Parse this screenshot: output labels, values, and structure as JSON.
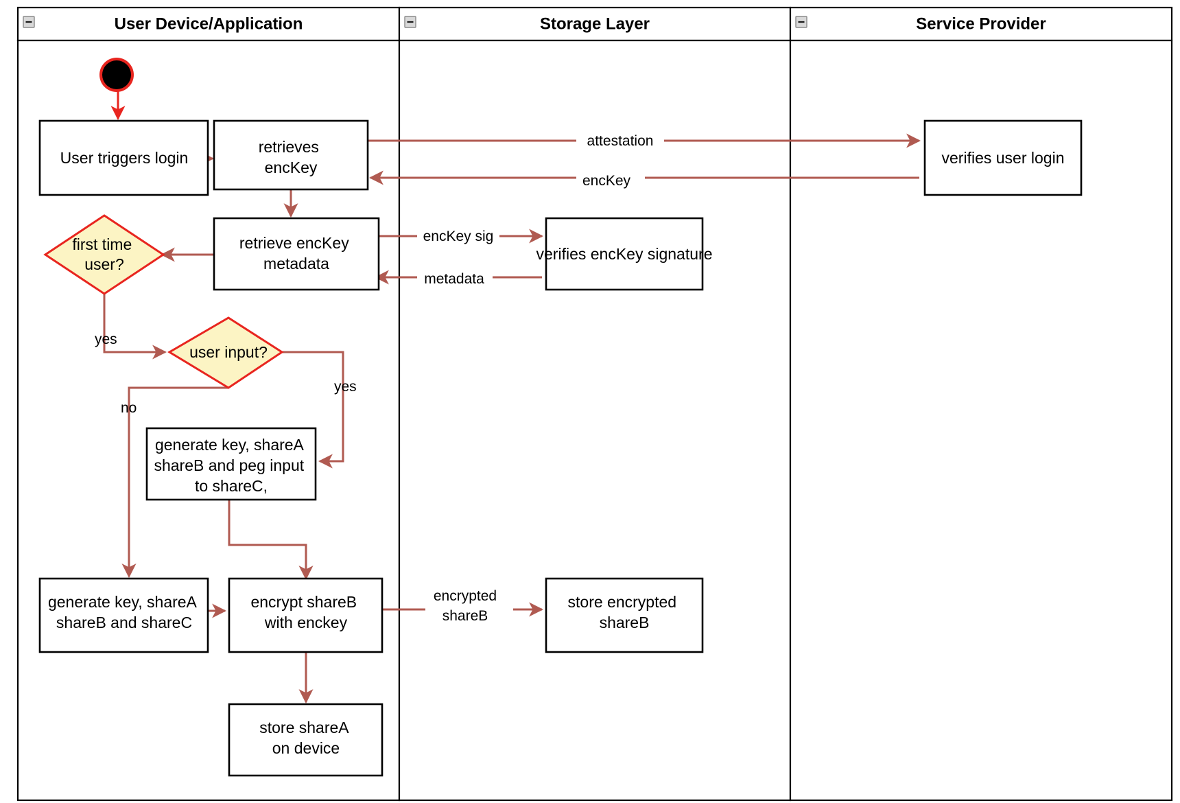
{
  "diagram": {
    "title": "User login key management activity diagram",
    "colors": {
      "flow_arrow": "#b05a51",
      "decision_fill": "#fcf4c4",
      "decision_stroke": "#e8251f",
      "node_stroke": "#000000",
      "lane_stroke": "#000000",
      "start_ring": "#e8251f",
      "start_fill": "#000000"
    },
    "lanes": [
      {
        "id": "lane-user-device",
        "title": "User Device/Application",
        "collapse_icon": "minus-box-icon"
      },
      {
        "id": "lane-storage",
        "title": "Storage Layer",
        "collapse_icon": "minus-box-icon"
      },
      {
        "id": "lane-service-provider",
        "title": "Service Provider",
        "collapse_icon": "minus-box-icon"
      }
    ],
    "nodes": [
      {
        "id": "start",
        "type": "start",
        "label": ""
      },
      {
        "id": "user-triggers-login",
        "type": "activity",
        "lines": [
          "User triggers login"
        ]
      },
      {
        "id": "retrieves-enckey",
        "type": "activity",
        "lines": [
          "retrieves",
          "encKey"
        ]
      },
      {
        "id": "verifies-user-login",
        "type": "activity",
        "lines": [
          "verifies user login"
        ]
      },
      {
        "id": "retrieve-enckey-metadata",
        "type": "activity",
        "lines": [
          "retrieve encKey",
          "metadata"
        ]
      },
      {
        "id": "verifies-enckey-signature",
        "type": "activity",
        "lines": [
          "verifies encKey signature"
        ]
      },
      {
        "id": "first-time-user",
        "type": "decision",
        "lines": [
          "first time",
          "user?"
        ]
      },
      {
        "id": "user-input",
        "type": "decision",
        "lines": [
          "user input?"
        ]
      },
      {
        "id": "generate-key-peg",
        "type": "activity",
        "lines": [
          "generate key, shareA",
          "shareB and peg input",
          "to shareC,"
        ]
      },
      {
        "id": "generate-key-shares",
        "type": "activity",
        "lines": [
          "generate key, shareA",
          "shareB and shareC"
        ]
      },
      {
        "id": "encrypt-shareb",
        "type": "activity",
        "lines": [
          "encrypt shareB",
          "with enckey"
        ]
      },
      {
        "id": "store-encrypted-shareb",
        "type": "activity",
        "lines": [
          "store encrypted",
          "shareB"
        ]
      },
      {
        "id": "store-sharea",
        "type": "activity",
        "lines": [
          "store shareA",
          "on device"
        ]
      }
    ],
    "edge_labels": [
      {
        "id": "label-attestation",
        "text": "attestation"
      },
      {
        "id": "label-enckey",
        "text": "encKey"
      },
      {
        "id": "label-enckey-sig",
        "text": "encKey sig"
      },
      {
        "id": "label-metadata",
        "text": "metadata"
      },
      {
        "id": "label-yes-first-time",
        "text": "yes"
      },
      {
        "id": "label-yes-user-input",
        "text": "yes"
      },
      {
        "id": "label-no-user-input",
        "text": "no"
      },
      {
        "id": "label-encrypted-shareb-line1",
        "text": "encrypted"
      },
      {
        "id": "label-encrypted-shareb-line2",
        "text": "shareB"
      }
    ]
  }
}
